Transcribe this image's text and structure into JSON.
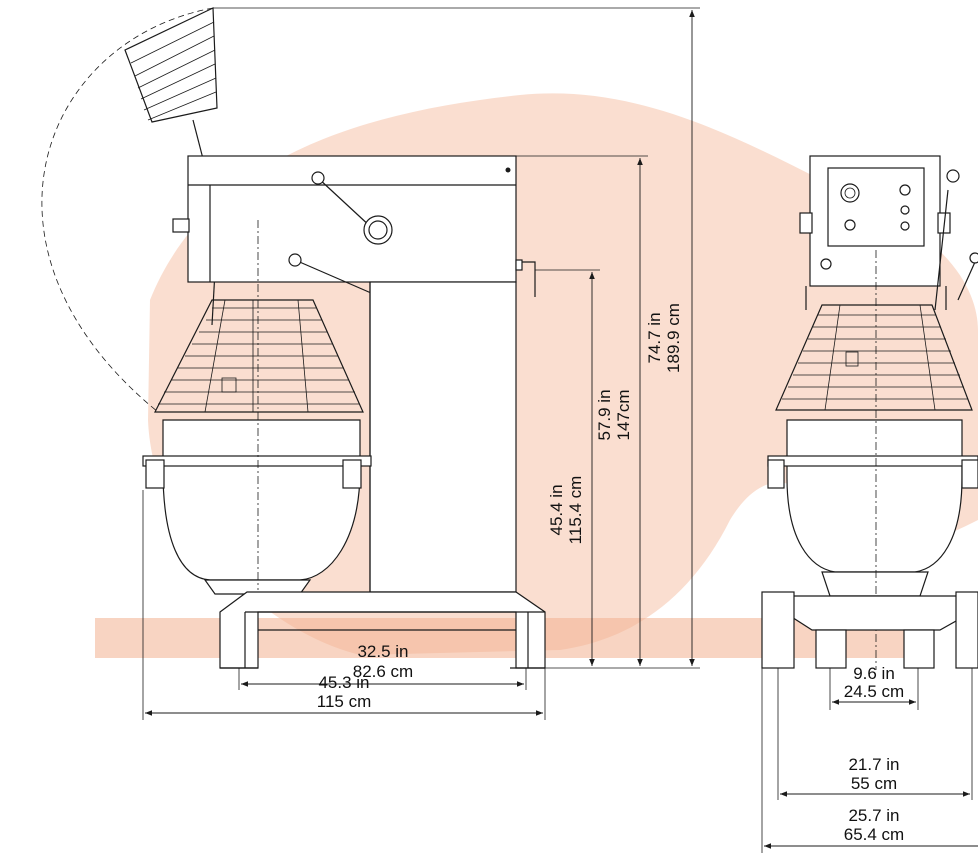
{
  "colors": {
    "watermark": "#f8d3c0",
    "line": "#1b1b1b",
    "background": "#ffffff"
  },
  "dimensions": {
    "total_height": {
      "in": "74.7 in",
      "cm": "189.9 cm"
    },
    "head_height": {
      "in": "57.9 in",
      "cm": "147cm"
    },
    "column_height": {
      "in": "45.4 in",
      "cm": "115.4 cm"
    },
    "base_depth_inner": {
      "in": "32.5 in",
      "cm": "82.6 cm"
    },
    "base_depth_outer": {
      "in": "45.3 in",
      "cm": "115 cm"
    },
    "leg_spacing": {
      "in": "9.6 in",
      "cm": "24.5 cm"
    },
    "base_width_inner": {
      "in": "21.7 in",
      "cm": "55 cm"
    },
    "base_width_outer": {
      "in": "25.7 in",
      "cm": "65.4 cm"
    }
  }
}
